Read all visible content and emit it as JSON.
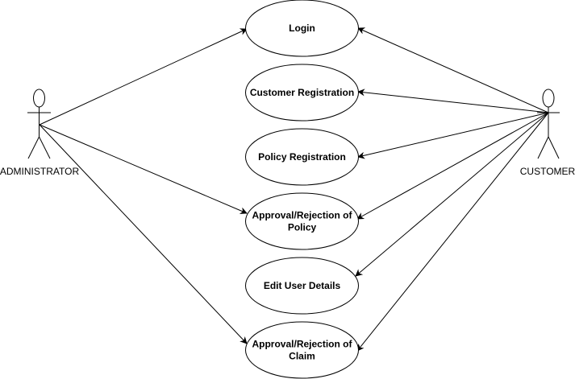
{
  "actors": {
    "administrator": {
      "label": "ADMINISTRATOR"
    },
    "customer": {
      "label": "CUSTOMER"
    }
  },
  "use_cases": [
    {
      "id": "login",
      "lines": [
        "Login"
      ]
    },
    {
      "id": "customer-registration",
      "lines": [
        "Customer Registration"
      ]
    },
    {
      "id": "policy-registration",
      "lines": [
        "Policy Registration"
      ]
    },
    {
      "id": "approval-rejection-policy",
      "lines": [
        "Approval/Rejection of",
        "Policy"
      ]
    },
    {
      "id": "edit-user-details",
      "lines": [
        "Edit User Details"
      ]
    },
    {
      "id": "approval-rejection-claim",
      "lines": [
        "Approval/Rejection of",
        "Claim"
      ]
    }
  ],
  "associations": [
    {
      "from": "administrator",
      "to": "login"
    },
    {
      "from": "administrator",
      "to": "approval-rejection-policy"
    },
    {
      "from": "administrator",
      "to": "approval-rejection-claim"
    },
    {
      "from": "customer",
      "to": "login"
    },
    {
      "from": "customer",
      "to": "customer-registration"
    },
    {
      "from": "customer",
      "to": "policy-registration"
    },
    {
      "from": "customer",
      "to": "approval-rejection-policy"
    },
    {
      "from": "customer",
      "to": "edit-user-details"
    },
    {
      "from": "customer",
      "to": "approval-rejection-claim"
    }
  ],
  "colors": {
    "stroke": "#000000",
    "fill": "#ffffff",
    "text": "#000000"
  }
}
